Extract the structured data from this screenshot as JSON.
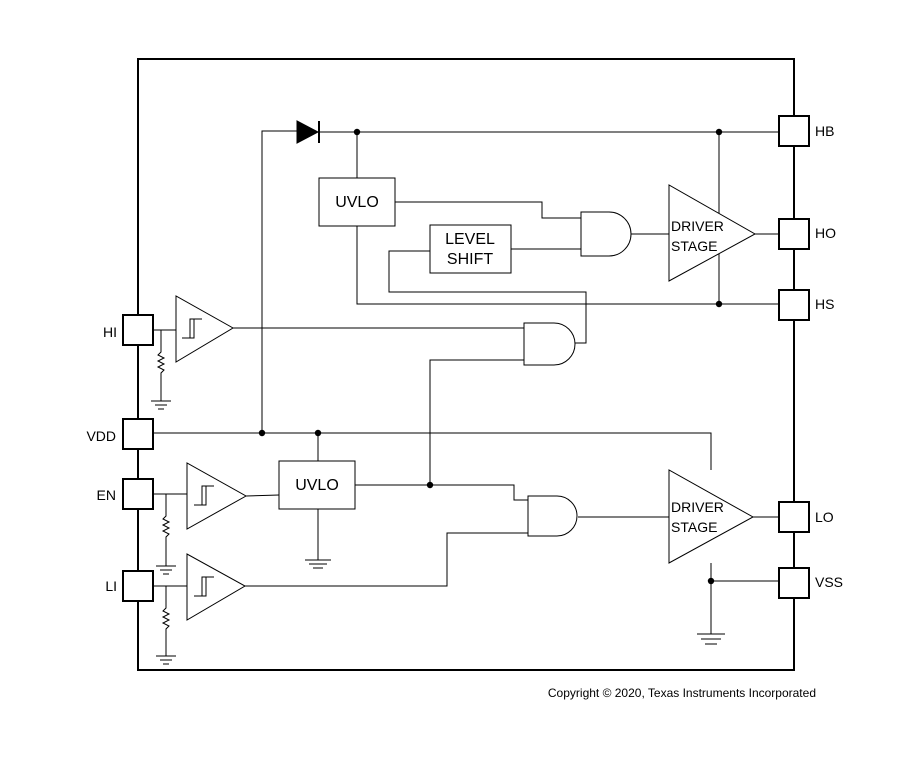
{
  "pins": {
    "hb": "HB",
    "ho": "HO",
    "hs": "HS",
    "lo": "LO",
    "vss": "VSS",
    "hi": "HI",
    "vdd": "VDD",
    "en": "EN",
    "li": "LI"
  },
  "blocks": {
    "uvlo_high": "UVLO",
    "uvlo_low": "UVLO",
    "level_shift_line1": "LEVEL",
    "level_shift_line2": "SHIFT",
    "driver_high_line1": "DRIVER",
    "driver_high_line2": "STAGE",
    "driver_low_line1": "DRIVER",
    "driver_low_line2": "STAGE"
  },
  "footer": {
    "copyright": "Copyright © 2020, Texas Instruments Incorporated"
  }
}
